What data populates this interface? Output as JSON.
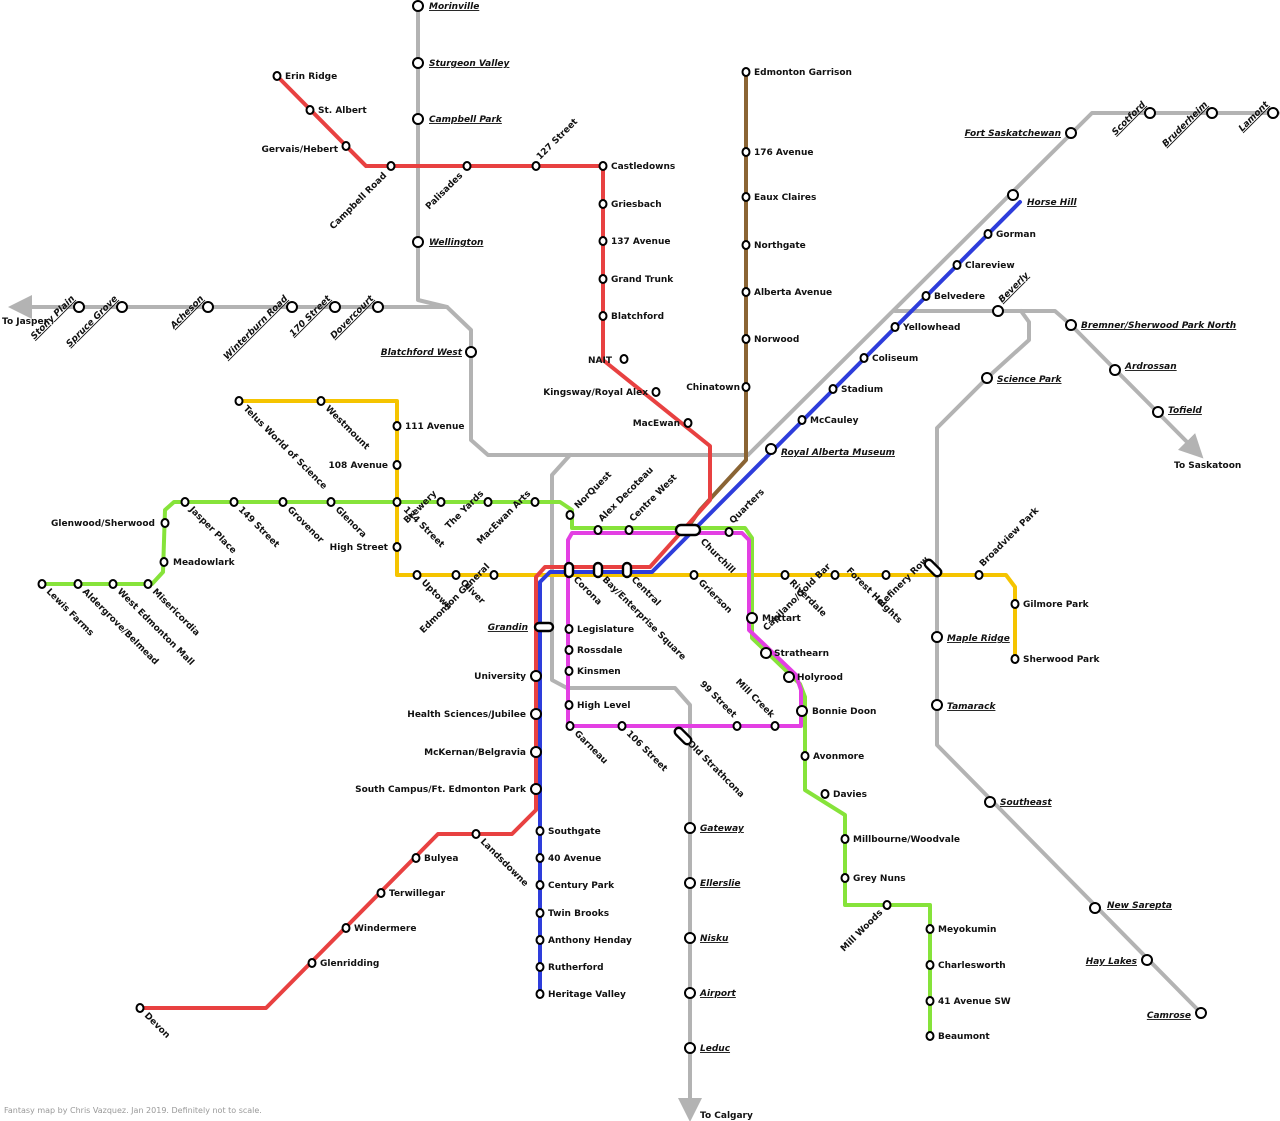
{
  "colors": {
    "red": "#e84141",
    "grey": "#b3b3b3",
    "yellow": "#f5c400",
    "green": "#86e33a",
    "magenta": "#e33fe3",
    "blue": "#2e3ddb",
    "brown": "#8a6434"
  },
  "directions": {
    "to_jasper": "To Jasper",
    "to_saskatoon": "To Saskatoon",
    "to_calgary": "To Calgary"
  },
  "credit": "Fantasy map by Chris Vazquez. Jan 2019. Definitely not to scale.",
  "stations": [
    {
      "id": "morinville",
      "name": "Morinville",
      "italic": true
    },
    {
      "id": "sturgeon_valley",
      "name": "Sturgeon Valley",
      "italic": true
    },
    {
      "id": "campbell_park",
      "name": "Campbell Park",
      "italic": true
    },
    {
      "id": "wellington",
      "name": "Wellington",
      "italic": true
    },
    {
      "id": "erin_ridge",
      "name": "Erin Ridge"
    },
    {
      "id": "st_albert",
      "name": "St. Albert"
    },
    {
      "id": "gervais_hebert",
      "name": "Gervais/Hebert"
    },
    {
      "id": "campbell_road",
      "name": "Campbell Road"
    },
    {
      "id": "palisades",
      "name": "Palisades"
    },
    {
      "id": "street_127",
      "name": "127 Street"
    },
    {
      "id": "castledowns",
      "name": "Castledowns"
    },
    {
      "id": "griesbach",
      "name": "Griesbach"
    },
    {
      "id": "ave_137",
      "name": "137 Avenue"
    },
    {
      "id": "grand_trunk",
      "name": "Grand Trunk"
    },
    {
      "id": "blatchford",
      "name": "Blatchford"
    },
    {
      "id": "nait",
      "name": "NAIT"
    },
    {
      "id": "kingsway",
      "name": "Kingsway/Royal Alex"
    },
    {
      "id": "macewan",
      "name": "MacEwan"
    },
    {
      "id": "edmonton_garrison",
      "name": "Edmonton Garrison"
    },
    {
      "id": "ave_176",
      "name": "176 Avenue"
    },
    {
      "id": "eaux_claires",
      "name": "Eaux Claires"
    },
    {
      "id": "northgate",
      "name": "Northgate"
    },
    {
      "id": "alberta_avenue",
      "name": "Alberta Avenue"
    },
    {
      "id": "norwood",
      "name": "Norwood"
    },
    {
      "id": "chinatown",
      "name": "Chinatown"
    },
    {
      "id": "fort_saskatchewan",
      "name": "Fort Saskatchewan",
      "italic": true
    },
    {
      "id": "scotford",
      "name": "Scotford",
      "italic": true
    },
    {
      "id": "bruderheim",
      "name": "Bruderheim",
      "italic": true
    },
    {
      "id": "lamont",
      "name": "Lamont",
      "italic": true
    },
    {
      "id": "horse_hill",
      "name": "Horse Hill",
      "italic": true
    },
    {
      "id": "gorman",
      "name": "Gorman"
    },
    {
      "id": "clareview",
      "name": "Clareview"
    },
    {
      "id": "belvedere",
      "name": "Belvedere"
    },
    {
      "id": "yellowhead",
      "name": "Yellowhead"
    },
    {
      "id": "coliseum",
      "name": "Coliseum"
    },
    {
      "id": "stadium",
      "name": "Stadium"
    },
    {
      "id": "mccauley",
      "name": "McCauley"
    },
    {
      "id": "royal_alberta_museum",
      "name": "Royal Alberta Museum",
      "italic": true
    },
    {
      "id": "beverly",
      "name": "Beverly",
      "italic": true
    },
    {
      "id": "bremner",
      "name": "Bremner/Sherwood Park North",
      "italic": true
    },
    {
      "id": "ardrossan",
      "name": "Ardrossan",
      "italic": true
    },
    {
      "id": "tofield",
      "name": "Tofield",
      "italic": true
    },
    {
      "id": "science_park",
      "name": "Science Park",
      "italic": true
    },
    {
      "id": "stony_plain",
      "name": "Stony Plain",
      "italic": true
    },
    {
      "id": "spruce_grove",
      "name": "Spruce Grove",
      "italic": true
    },
    {
      "id": "acheson",
      "name": "Acheson",
      "italic": true
    },
    {
      "id": "winterburn_road",
      "name": "Winterburn Road",
      "italic": true
    },
    {
      "id": "street_170",
      "name": "170 Street",
      "italic": true
    },
    {
      "id": "dovercourt",
      "name": "Dovercourt",
      "italic": true
    },
    {
      "id": "blatchford_west",
      "name": "Blatchford West",
      "italic": true
    },
    {
      "id": "telus",
      "name": "Telus World of Science"
    },
    {
      "id": "westmount",
      "name": "Westmount"
    },
    {
      "id": "ave_111",
      "name": "111 Avenue"
    },
    {
      "id": "ave_108",
      "name": "108 Avenue"
    },
    {
      "id": "street_124",
      "name": "124 Street"
    },
    {
      "id": "high_street",
      "name": "High Street"
    },
    {
      "id": "brewery",
      "name": "Brewery"
    },
    {
      "id": "the_yards",
      "name": "The Yards"
    },
    {
      "id": "macewan_arts",
      "name": "MacEwan Arts"
    },
    {
      "id": "norquest",
      "name": "NorQuest"
    },
    {
      "id": "alex_decoteau",
      "name": "Alex Decoteau"
    },
    {
      "id": "centre_west",
      "name": "Centre West"
    },
    {
      "id": "quarters",
      "name": "Quarters"
    },
    {
      "id": "churchill",
      "name": "Churchill"
    },
    {
      "id": "glenwood",
      "name": "Glenwood/Sherwood"
    },
    {
      "id": "jasper_place",
      "name": "Jasper Place"
    },
    {
      "id": "street_149",
      "name": "149 Street"
    },
    {
      "id": "grovenor",
      "name": "Grovenor"
    },
    {
      "id": "glenora",
      "name": "Glenora"
    },
    {
      "id": "meadowlark",
      "name": "Meadowlark"
    },
    {
      "id": "lewis_farms",
      "name": "Lewis Farms"
    },
    {
      "id": "aldergrove",
      "name": "Aldergrove/Belmead"
    },
    {
      "id": "west_edmonton_mall",
      "name": "West Edmonton Mall"
    },
    {
      "id": "misericordia",
      "name": "Misericordia"
    },
    {
      "id": "uptown",
      "name": "Uptown"
    },
    {
      "id": "oliver",
      "name": "Oliver"
    },
    {
      "id": "edmonton_general",
      "name": "Edmonton General"
    },
    {
      "id": "corona",
      "name": "Corona"
    },
    {
      "id": "bay_enterprise",
      "name": "Bay/Enterprise Square"
    },
    {
      "id": "central",
      "name": "Central"
    },
    {
      "id": "grierson",
      "name": "Grierson"
    },
    {
      "id": "riverdale",
      "name": "Riverdale"
    },
    {
      "id": "capilano",
      "name": "Capilano/Gold Bar"
    },
    {
      "id": "forest_heights",
      "name": "Forest Heights"
    },
    {
      "id": "refinery_row",
      "name": "Refinery Row"
    },
    {
      "id": "broadview_park",
      "name": "Broadview Park"
    },
    {
      "id": "gilmore_park",
      "name": "Gilmore Park"
    },
    {
      "id": "sherwood_park",
      "name": "Sherwood Park"
    },
    {
      "id": "maple_ridge",
      "name": "Maple Ridge",
      "italic": true
    },
    {
      "id": "tamarack",
      "name": "Tamarack",
      "italic": true
    },
    {
      "id": "southeast",
      "name": "Southeast",
      "italic": true
    },
    {
      "id": "new_sarepta",
      "name": "New Sarepta",
      "italic": true
    },
    {
      "id": "hay_lakes",
      "name": "Hay Lakes",
      "italic": true
    },
    {
      "id": "camrose",
      "name": "Camrose",
      "italic": true
    },
    {
      "id": "grandin",
      "name": "Grandin",
      "italic": true
    },
    {
      "id": "legislature",
      "name": "Legislature"
    },
    {
      "id": "rossdale",
      "name": "Rossdale"
    },
    {
      "id": "kinsmen",
      "name": "Kinsmen"
    },
    {
      "id": "high_level",
      "name": "High Level"
    },
    {
      "id": "garneau",
      "name": "Garneau"
    },
    {
      "id": "street_106",
      "name": "106 Street"
    },
    {
      "id": "old_strathcona",
      "name": "Old Strathcona"
    },
    {
      "id": "street_99",
      "name": "99 Street"
    },
    {
      "id": "mill_creek",
      "name": "Mill Creek"
    },
    {
      "id": "mutart",
      "name": "Muttart"
    },
    {
      "id": "strathearn",
      "name": "Strathearn"
    },
    {
      "id": "holyrood",
      "name": "Holyrood"
    },
    {
      "id": "bonnie_doon",
      "name": "Bonnie Doon"
    },
    {
      "id": "avonmore",
      "name": "Avonmore"
    },
    {
      "id": "davies",
      "name": "Davies"
    },
    {
      "id": "millbourne",
      "name": "Millbourne/Woodvale"
    },
    {
      "id": "grey_nuns",
      "name": "Grey Nuns"
    },
    {
      "id": "mill_woods",
      "name": "Mill Woods"
    },
    {
      "id": "meyokumin",
      "name": "Meyokumin"
    },
    {
      "id": "charlesworth",
      "name": "Charlesworth"
    },
    {
      "id": "ave_41_sw",
      "name": "41 Avenue SW"
    },
    {
      "id": "beaumont",
      "name": "Beaumont"
    },
    {
      "id": "university",
      "name": "University"
    },
    {
      "id": "health_sciences",
      "name": "Health Sciences/Jubilee"
    },
    {
      "id": "mckernan",
      "name": "McKernan/Belgravia"
    },
    {
      "id": "south_campus",
      "name": "South Campus/Ft. Edmonton Park"
    },
    {
      "id": "southgate",
      "name": "Southgate"
    },
    {
      "id": "ave_40",
      "name": "40 Avenue"
    },
    {
      "id": "century_park",
      "name": "Century Park"
    },
    {
      "id": "twin_brooks",
      "name": "Twin Brooks"
    },
    {
      "id": "anthony_henday",
      "name": "Anthony Henday"
    },
    {
      "id": "rutherford",
      "name": "Rutherford"
    },
    {
      "id": "heritage_valley",
      "name": "Heritage Valley"
    },
    {
      "id": "landsdowne",
      "name": "Landsdowne"
    },
    {
      "id": "bulyea",
      "name": "Bulyea"
    },
    {
      "id": "terwillegar",
      "name": "Terwillegar"
    },
    {
      "id": "windermere",
      "name": "Windermere"
    },
    {
      "id": "glenridding",
      "name": "Glenridding"
    },
    {
      "id": "devon",
      "name": "Devon"
    },
    {
      "id": "gateway",
      "name": "Gateway",
      "italic": true
    },
    {
      "id": "ellerslie",
      "name": "Ellerslie",
      "italic": true
    },
    {
      "id": "nisku",
      "name": "Nisku",
      "italic": true
    },
    {
      "id": "airport",
      "name": "Airport",
      "italic": true
    },
    {
      "id": "leduc",
      "name": "Leduc",
      "italic": true
    }
  ]
}
